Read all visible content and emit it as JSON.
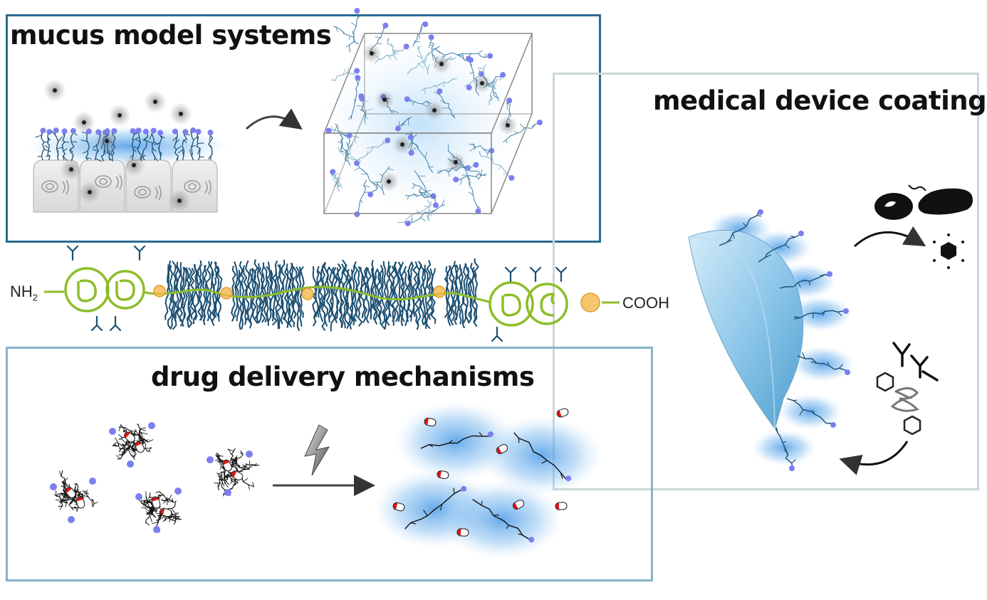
{
  "panels": {
    "mucus_model": {
      "title": "mucus model systems",
      "border_color": "#2a6a92"
    },
    "medical_device": {
      "title": "medical device coatings",
      "border_color": "#c9d8d7"
    },
    "drug_delivery": {
      "title": "drug delivery mechanisms",
      "border_color": "#86b4c8"
    }
  },
  "mucin_chain": {
    "n_terminus_main": "NH",
    "n_terminus_sub": "2",
    "c_terminus": "COOH"
  },
  "colors": {
    "glycan": "#1b4f72",
    "backbone": "#8dbd2a",
    "node": "#f2b84b",
    "sialic": "#7b7ff0",
    "glow": "#5aa0e0",
    "capsule_red": "#e01515"
  }
}
